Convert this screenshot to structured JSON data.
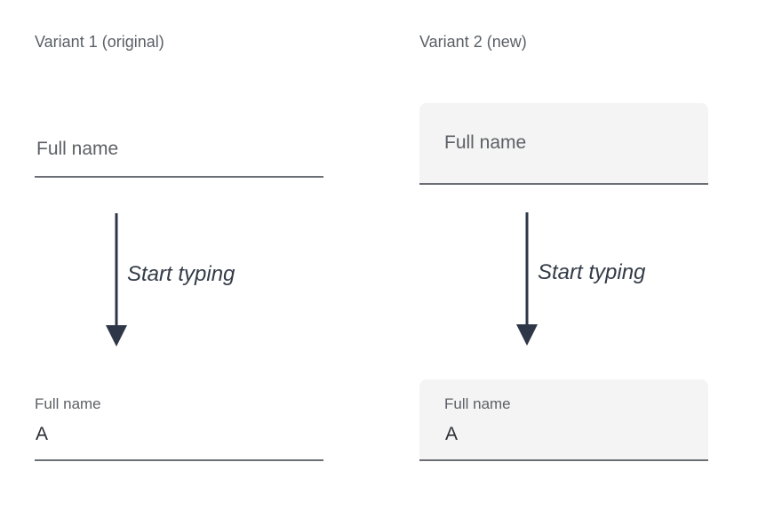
{
  "variant1": {
    "title": "Variant 1 (original)",
    "empty_field": {
      "placeholder": "Full name"
    },
    "transition_label": "Start typing",
    "filled_field": {
      "label": "Full name",
      "value": "A"
    }
  },
  "variant2": {
    "title": "Variant 2 (new)",
    "empty_field": {
      "placeholder": "Full name"
    },
    "transition_label": "Start typing",
    "filled_field": {
      "label": "Full name",
      "value": "A"
    }
  },
  "colors": {
    "arrow": "#2e3747",
    "filled_field_background": "#f4f4f4",
    "underline": "#6b6f75"
  },
  "icons": [
    "arrow-down-icon"
  ]
}
